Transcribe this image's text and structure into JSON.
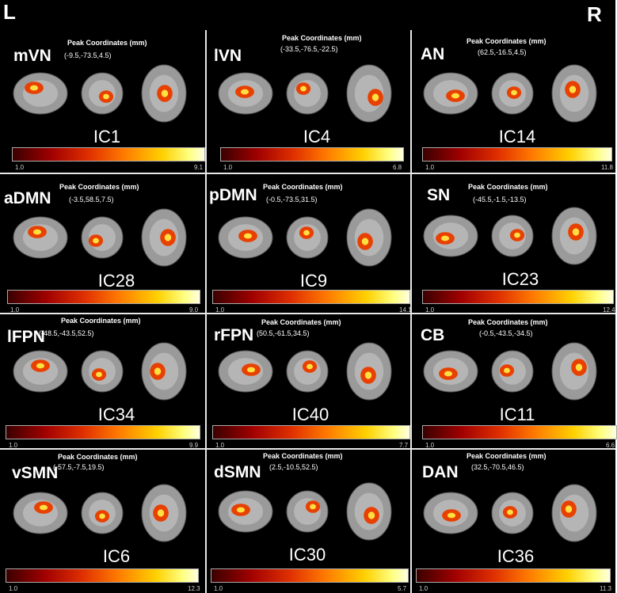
{
  "labels": {
    "left": "L",
    "right": "R"
  },
  "peak_title": "Peak Coordinates (mm)",
  "panels": [
    {
      "network": "mVN",
      "coords": "(-9.5,-73.5,4.5)",
      "ic": "IC1",
      "min": "1.0",
      "max": "9.1"
    },
    {
      "network": "lVN",
      "coords": "(-33.5,-76.5,-22.5)",
      "ic": "IC4",
      "min": "1.0",
      "max": "6.8"
    },
    {
      "network": "AN",
      "coords": "(62.5,-16.5,4.5)",
      "ic": "IC14",
      "min": "1.0",
      "max": "11.8"
    },
    {
      "network": "aDMN",
      "coords": "(-3.5,58.5,7.5)",
      "ic": "IC28",
      "min": "1.0",
      "max": "9.0"
    },
    {
      "network": "pDMN",
      "coords": "(-0.5,-73.5,31.5)",
      "ic": "IC9",
      "min": "1.0",
      "max": "14.1"
    },
    {
      "network": "SN",
      "coords": "(-45.5,-1.5,-13.5)",
      "ic": "IC23",
      "min": "1.0",
      "max": "12.4"
    },
    {
      "network": "lFPN",
      "coords": "(-48.5,-43.5,52.5)",
      "ic": "IC34",
      "min": "1.0",
      "max": "9.9"
    },
    {
      "network": "rFPN",
      "coords": "(50.5,-61.5,34.5)",
      "ic": "IC40",
      "min": "1.0",
      "max": "7.7"
    },
    {
      "network": "CB",
      "coords": "(-0.5,-43.5,-34.5)",
      "ic": "IC11",
      "min": "1.0",
      "max": "6.6"
    },
    {
      "network": "vSMN",
      "coords": "(-57.5,-7.5,19.5)",
      "ic": "IC6",
      "min": "1.0",
      "max": "12.3"
    },
    {
      "network": "dSMN",
      "coords": "(2.5,-10.5,52.5)",
      "ic": "IC30",
      "min": "1.0",
      "max": "5.7"
    },
    {
      "network": "DAN",
      "coords": "(32.5,-70.5,46.5)",
      "ic": "IC36",
      "min": "1.0",
      "max": "11.3"
    }
  ],
  "colors": {
    "background": "#000000",
    "brain": "#9a9a9a",
    "activation_low": "#a00000",
    "activation_high": "#ffff80"
  }
}
